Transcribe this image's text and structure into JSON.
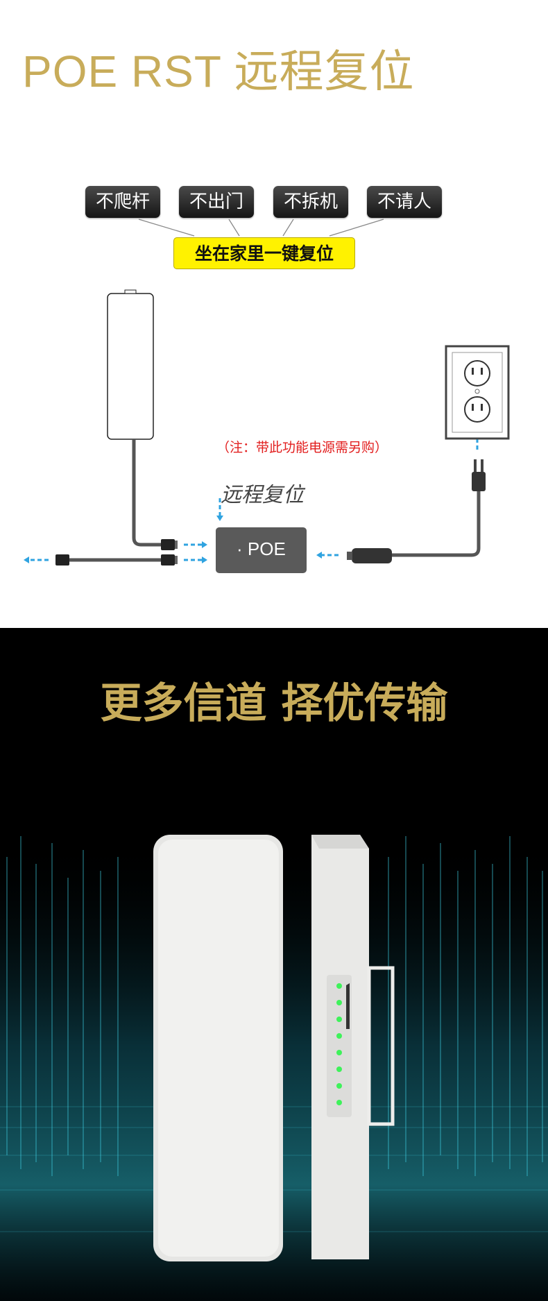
{
  "section1": {
    "title": "POE RST 远程复位",
    "tags": [
      "不爬杆",
      "不出门",
      "不拆机",
      "不请人"
    ],
    "slogan": "坐在家里一键复位",
    "note": "（注：带此功能电源需另购）",
    "remote_label": "远程复位",
    "poe_label": "POE"
  },
  "section2": {
    "title": "更多信道  择优传输"
  },
  "colors": {
    "gold": "#c8ac5a",
    "note_red": "#e21d1d",
    "arrow_blue": "#2fa3e0",
    "slogan_bg": "#fff200"
  }
}
